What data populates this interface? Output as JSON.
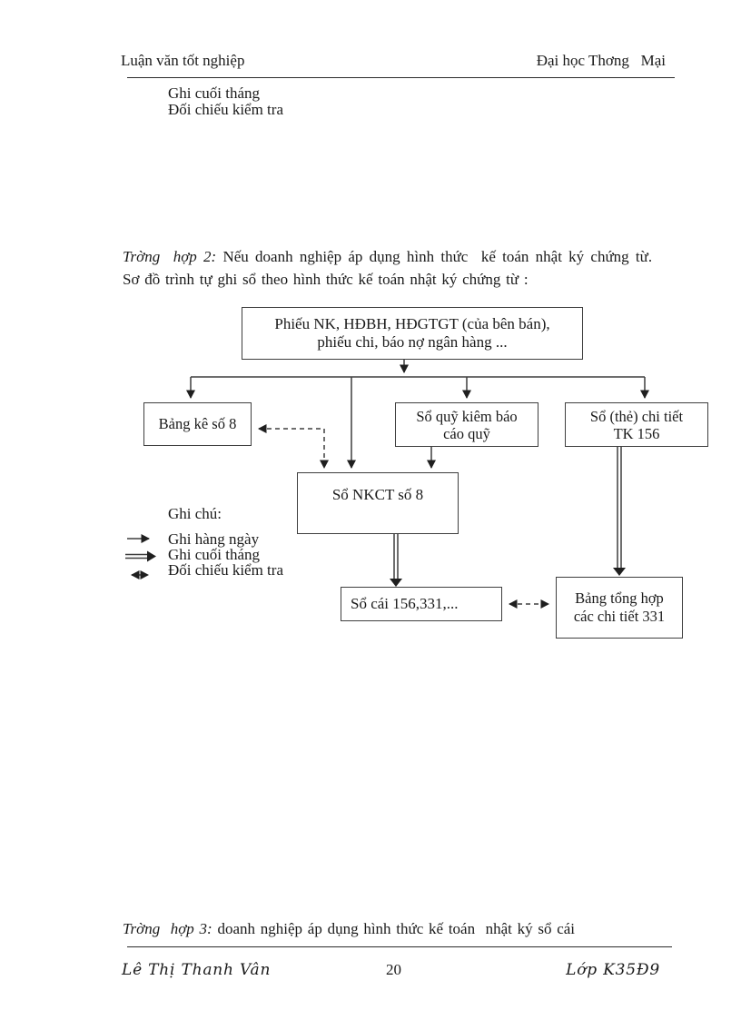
{
  "page": {
    "background": "#ffffff",
    "ink": "#1a1a1a",
    "line_color": "#3e3e3e"
  },
  "header": {
    "left": "Luận văn tốt nghiệp",
    "right": "Đại học Thơng   Mại"
  },
  "stray_legend": {
    "line1": "Ghi cuối tháng",
    "line2": "Đối chiếu kiểm tra"
  },
  "case2": {
    "lead": "Trờng  hợp 2:",
    "line1_rest": " Nếu doanh nghiệp áp dụng hình thức  kế toán nhật ký chứng từ.",
    "line2": "Sơ đồ trình tự ghi sổ theo hình thức kế toán nhật ký chứng từ :"
  },
  "diagram": {
    "boxes": {
      "source": {
        "line1": "Phiếu NK, HĐBH, HĐGTGT (của bên bán),",
        "line2": "phiếu chi, báo nợ ngân hàng ..."
      },
      "bang_ke": {
        "label": "Bảng kê số 8"
      },
      "so_quy": {
        "line1": "Sổ quỹ kiêm báo",
        "line2": "cáo quỹ"
      },
      "so_the": {
        "line1": "Sổ (thẻ) chi tiết",
        "line2": "TK 156"
      },
      "nkct": {
        "label": "Sổ NKCT số 8"
      },
      "so_cai": {
        "label": "Sổ cái 156,331,..."
      },
      "tong_hop": {
        "line1": "Bảng tổng hợp",
        "line2": "các chi tiết 331"
      }
    },
    "legend": {
      "title": "Ghi chú:",
      "items": [
        {
          "label": "Ghi hàng ngày",
          "arrow": "solid-single"
        },
        {
          "label": "Ghi cuối tháng",
          "arrow": "solid-double"
        },
        {
          "label": "Đối chiếu kiểm tra",
          "arrow": "dashed-double-headed"
        }
      ]
    }
  },
  "case3": {
    "lead": "Trờng  hợp 3:",
    "rest": " doanh nghiệp áp dụng hình thức kế toán  nhật ký sổ cái"
  },
  "footer": {
    "author": "Lê Thị Thanh Vân",
    "page_number": "20",
    "class_name": "Lớp K35Đ9"
  }
}
